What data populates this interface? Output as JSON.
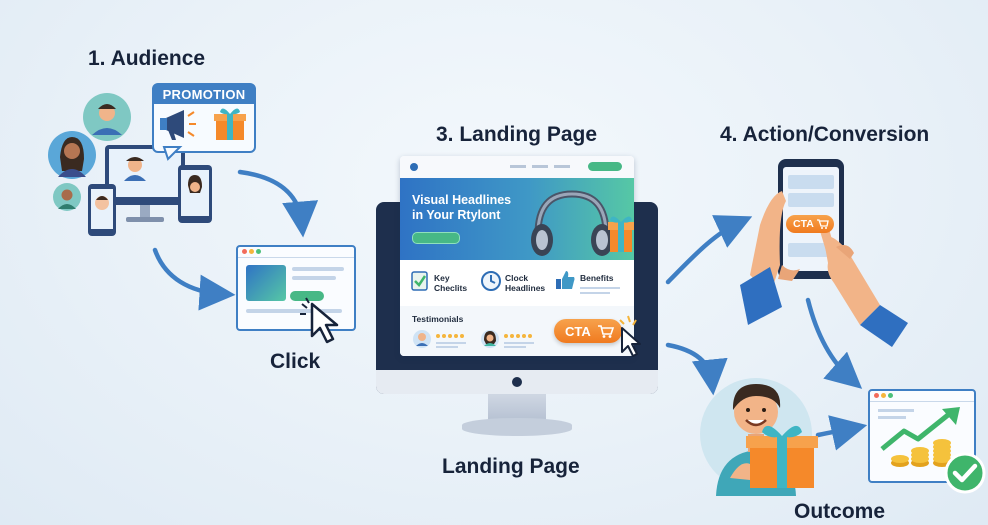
{
  "steps": {
    "audience": "1. Audience",
    "landing": "3. Landing Page",
    "action": "4. Action/Conversion"
  },
  "labels": {
    "click": "Click",
    "landing_page": "Landing Page",
    "outcome": "Outcome"
  },
  "promotion": {
    "badge": "PROMOTION"
  },
  "landing_page": {
    "headline_line1": "Visual Headlines",
    "headline_line2": "in Your Rtylont",
    "features": [
      {
        "line1": "Key",
        "line2": "Checlits"
      },
      {
        "line1": "Clock",
        "line2": "Headlines"
      },
      {
        "line1": "Benefits",
        "line2": ""
      }
    ],
    "testimonials_label": "Testimonials",
    "cta_label": "CTA"
  },
  "phone": {
    "cta_label": "CTA"
  },
  "colors": {
    "arrow": "#3f7fc4",
    "cta_orange": "#f5892a",
    "hero_start": "#2f73c5",
    "hero_end": "#56c8a5",
    "text_dark": "#17233a",
    "check_green": "#3fb56b"
  },
  "icons": [
    "megaphone-icon",
    "gift-icon",
    "cursor-icon",
    "headphones-icon",
    "checklist-icon",
    "clock-icon",
    "thumbs-up-icon",
    "star-icon",
    "cart-icon",
    "checkmark-icon",
    "coins-icon",
    "growth-arrow-icon"
  ]
}
